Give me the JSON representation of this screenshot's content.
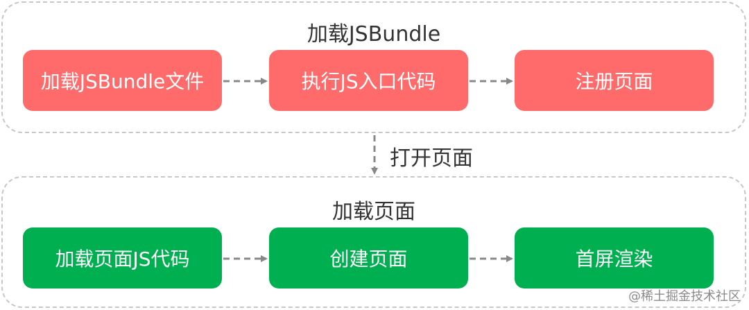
{
  "groups": [
    {
      "title": "加载JSBundle",
      "nodes": [
        "加载JSBundle文件",
        "执行JS入口代码",
        "注册页面"
      ]
    },
    {
      "title": "加载页面",
      "nodes": [
        "加载页面JS代码",
        "创建页面",
        "首屏渲染"
      ]
    }
  ],
  "between_label": "打开页面",
  "watermark": "@稀土掘金技术社区",
  "colors": {
    "red_node": "#ff6b6b",
    "green_node": "#00b050",
    "border": "#c7c7c7",
    "arrow": "#888888"
  }
}
